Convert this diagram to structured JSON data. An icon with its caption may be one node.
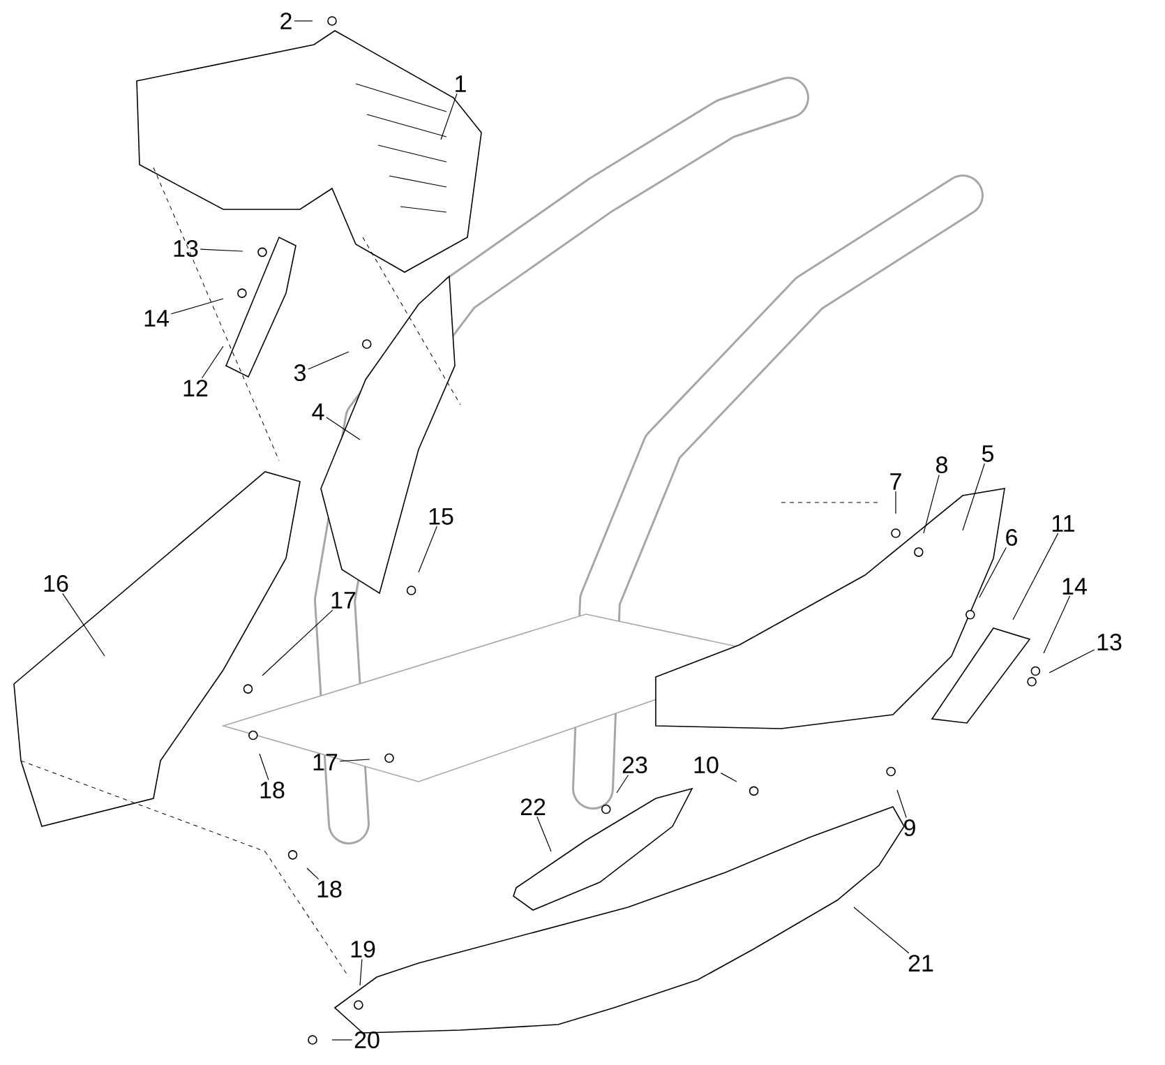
{
  "diagram": {
    "nodes": [
      {
        "text": [
          "1"
        ]
      },
      {
        "text": [
          "2"
        ]
      },
      {
        "text": [
          "3"
        ]
      },
      {
        "text": [
          "4"
        ]
      },
      {
        "text": [
          "5"
        ]
      },
      {
        "text": [
          "6"
        ]
      },
      {
        "text": [
          "7"
        ]
      },
      {
        "text": [
          "8"
        ]
      },
      {
        "text": [
          "9"
        ]
      },
      {
        "text": [
          "10"
        ]
      },
      {
        "text": [
          "11"
        ]
      },
      {
        "text": [
          "12"
        ]
      },
      {
        "text": [
          "13"
        ]
      },
      {
        "text": [
          "14"
        ]
      },
      {
        "text": [
          "15"
        ]
      },
      {
        "text": [
          "16"
        ]
      },
      {
        "text": [
          "17"
        ]
      },
      {
        "text": [
          "18"
        ]
      },
      {
        "text": [
          "19"
        ]
      },
      {
        "text": [
          "20"
        ]
      },
      {
        "text": [
          "21"
        ]
      },
      {
        "text": [
          "22"
        ]
      },
      {
        "text": [
          "23"
        ]
      },
      {
        "text": [
          "13"
        ]
      },
      {
        "text": [
          "14"
        ]
      },
      {
        "text": [
          "17"
        ]
      },
      {
        "text": [
          "18"
        ]
      }
    ],
    "edges": [
      {
        "from": 0,
        "to": null,
        "arrow": "none"
      },
      {
        "from": 1,
        "to": null,
        "arrow": "none"
      },
      {
        "from": 2,
        "to": null,
        "arrow": "none"
      },
      {
        "from": 3,
        "to": null,
        "arrow": "none"
      },
      {
        "from": 4,
        "to": null,
        "arrow": "none"
      },
      {
        "from": 5,
        "to": null,
        "arrow": "none"
      },
      {
        "from": 6,
        "to": null,
        "arrow": "none"
      },
      {
        "from": 7,
        "to": null,
        "arrow": "none"
      },
      {
        "from": 8,
        "to": null,
        "arrow": "none"
      },
      {
        "from": 9,
        "to": null,
        "arrow": "none"
      },
      {
        "from": 10,
        "to": null,
        "arrow": "none"
      },
      {
        "from": 11,
        "to": null,
        "arrow": "none"
      },
      {
        "from": 12,
        "to": null,
        "arrow": "none"
      },
      {
        "from": 13,
        "to": null,
        "arrow": "none"
      },
      {
        "from": 14,
        "to": null,
        "arrow": "none"
      },
      {
        "from": 15,
        "to": null,
        "arrow": "none"
      },
      {
        "from": 16,
        "to": null,
        "arrow": "none"
      },
      {
        "from": 17,
        "to": null,
        "arrow": "none"
      },
      {
        "from": 18,
        "to": null,
        "arrow": "none"
      },
      {
        "from": 19,
        "to": null,
        "arrow": "none"
      },
      {
        "from": 20,
        "to": null,
        "arrow": "none"
      },
      {
        "from": 21,
        "to": null,
        "arrow": "none"
      },
      {
        "from": 22,
        "to": null,
        "arrow": "none"
      },
      {
        "from": 23,
        "to": null,
        "arrow": "none"
      },
      {
        "from": 24,
        "to": null,
        "arrow": "none"
      },
      {
        "from": 25,
        "to": null,
        "arrow": "none"
      },
      {
        "from": 26,
        "to": null,
        "arrow": "none"
      }
    ]
  }
}
